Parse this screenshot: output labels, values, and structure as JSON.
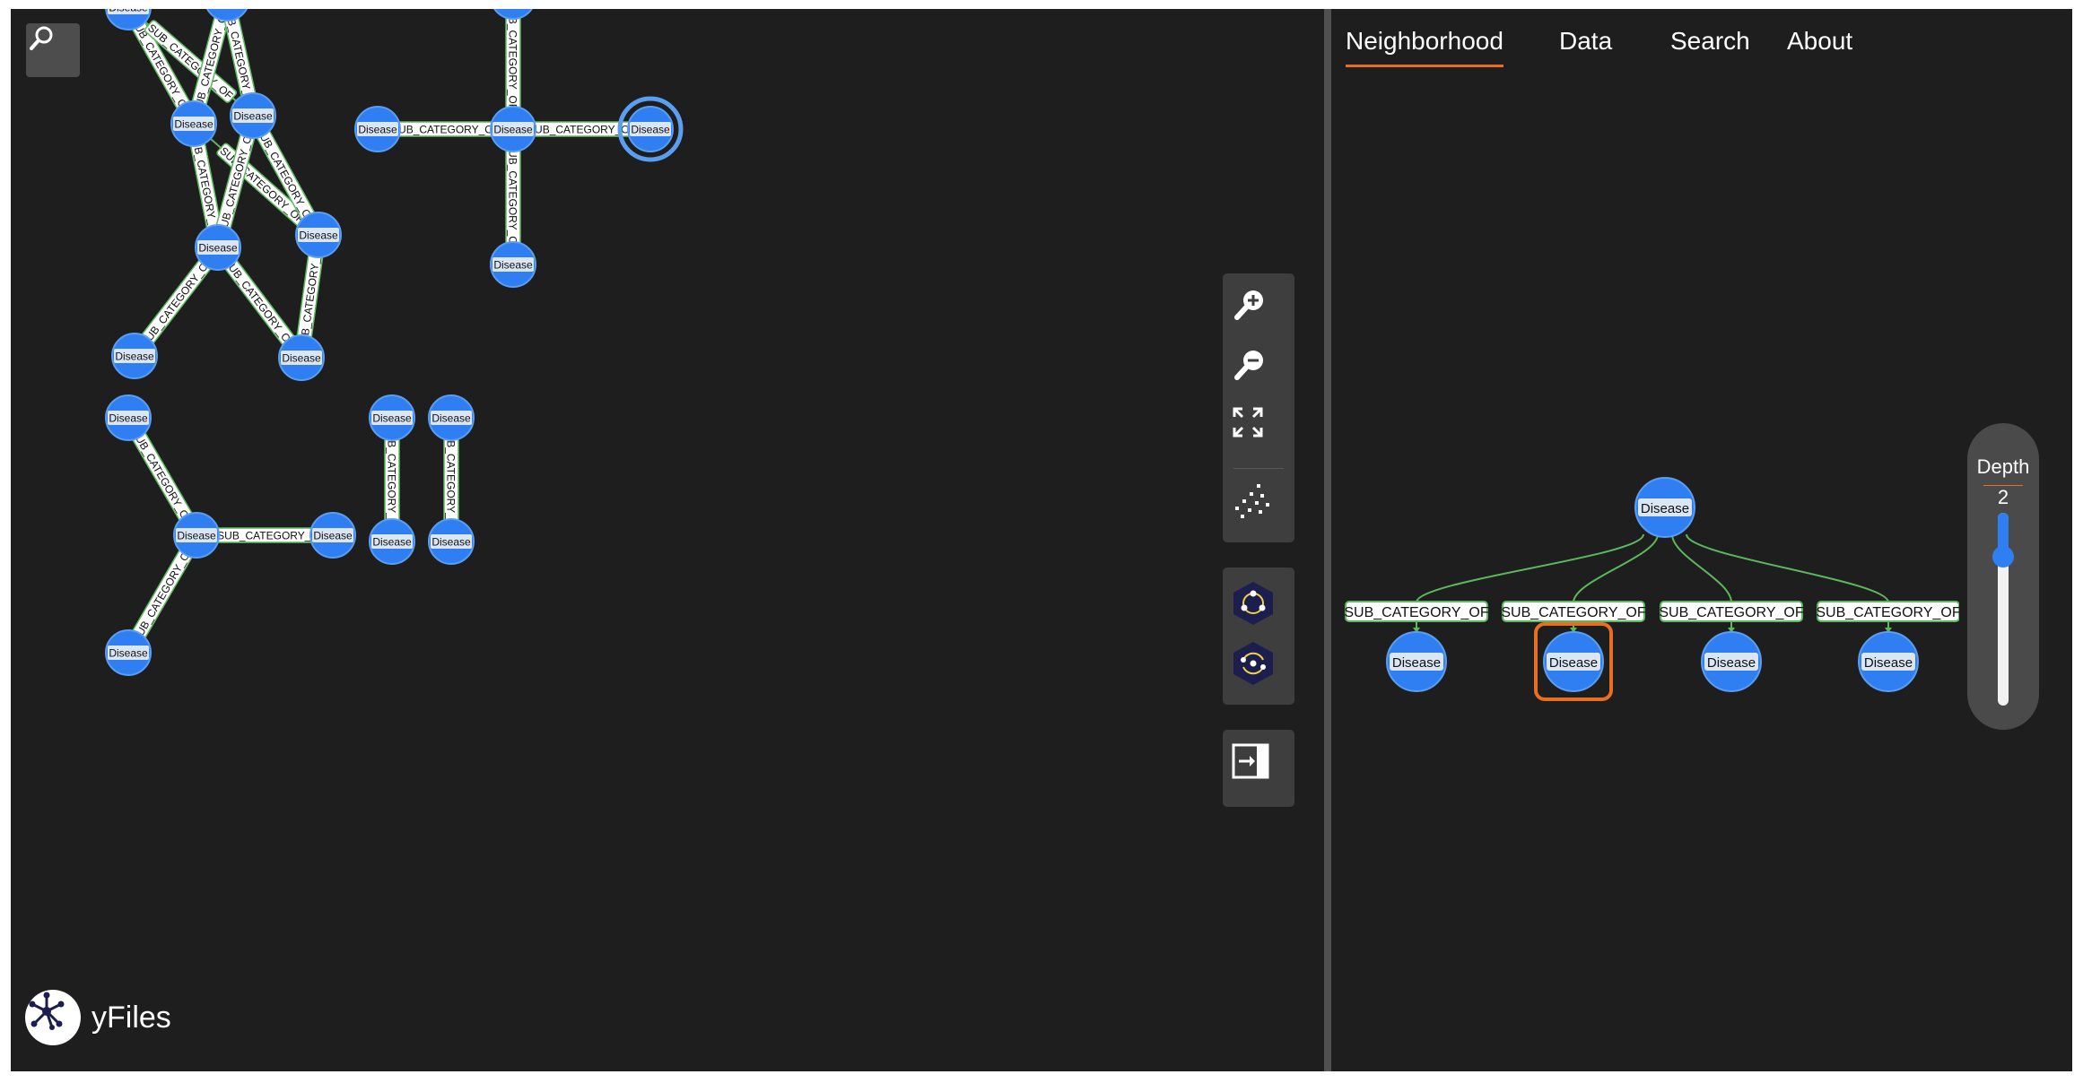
{
  "brand": {
    "name": "yFiles"
  },
  "tabs": [
    {
      "id": "neighborhood",
      "label": "Neighborhood",
      "active": true
    },
    {
      "id": "data",
      "label": "Data",
      "active": false
    },
    {
      "id": "search",
      "label": "Search",
      "active": false
    },
    {
      "id": "about",
      "label": "About",
      "active": false
    }
  ],
  "toolbar": {
    "zoom_in_icon": "zoom-in-icon",
    "zoom_out_icon": "zoom-out-icon",
    "fit_icon": "fit-content-icon",
    "layout_icon": "organic-layout-icon",
    "group_icon_1": "circular-layout-icon",
    "group_icon_2": "radial-layout-icon",
    "exit_icon": "toggle-panel-icon"
  },
  "search_icon": "search-icon",
  "depth": {
    "label": "Depth",
    "value": 2,
    "level_fraction": 0.2
  },
  "colors": {
    "node_fill": "#2f7ff2",
    "label_fill": "#dbe6f5",
    "edge": "#5cb85c",
    "highlight": "#e86e23",
    "background": "#1e1e1e"
  },
  "graph": {
    "node_label": "Disease",
    "edge_label": "SUB_CATEGORY_OF",
    "highlighted_node": "n_hl"
  },
  "neighborhood": {
    "root_label": "Disease",
    "edge_label": "SUB_CATEGORY_OF",
    "children": [
      "Disease",
      "Disease",
      "Disease",
      "Disease"
    ],
    "selected_child": 1
  }
}
